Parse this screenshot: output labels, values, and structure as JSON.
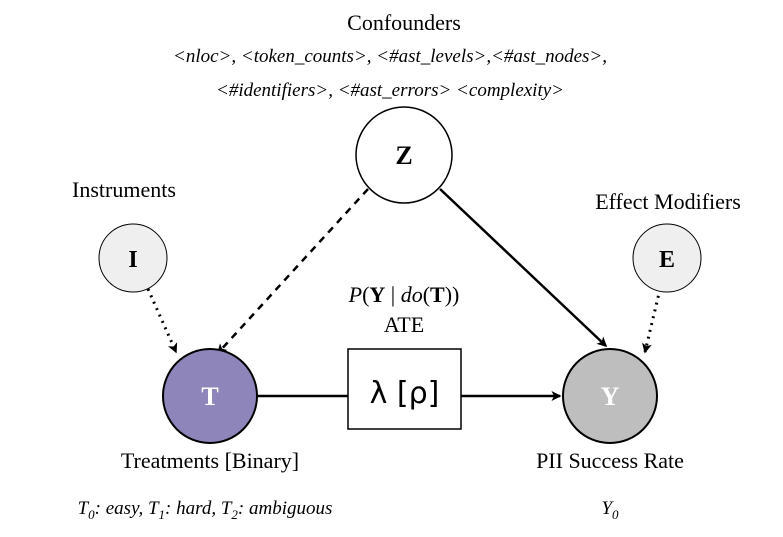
{
  "confounders": {
    "title": "Confounders",
    "line1": "<nloc>, <token_counts>, <#ast_levels>,<#ast_nodes>,",
    "line2": "<#identifiers>, <#ast_errors> <complexity>"
  },
  "nodes": {
    "z": {
      "letter": "Z",
      "fill": "#ffffff"
    },
    "i": {
      "letter": "I",
      "fill": "#efefef",
      "caption": "Instruments"
    },
    "e": {
      "letter": "E",
      "fill": "#efefef",
      "caption": "Effect Modifiers"
    },
    "t": {
      "letter": "T",
      "fill": "#8e86bb",
      "caption": "Treatments [Binary]"
    },
    "y": {
      "letter": "Y",
      "fill": "#bebebe",
      "caption": "PII Success Rate"
    }
  },
  "effect": {
    "p": "P",
    "open": "(",
    "y": "Y",
    "bar": " | ",
    "do": "do",
    "open2": "(",
    "t": "T",
    "close": "))",
    "ate": "ATE",
    "box_label": "λ [ρ]"
  },
  "treatments": {
    "t0": "T",
    "t0_sub": "0",
    "t0_text": ": easy, ",
    "t1": "T",
    "t1_sub": "1",
    "t1_text": ": hard, ",
    "t2": "T",
    "t2_sub": "2",
    "t2_text": ": ambiguous"
  },
  "outcome": {
    "y": "Y",
    "y_sub": "0"
  }
}
